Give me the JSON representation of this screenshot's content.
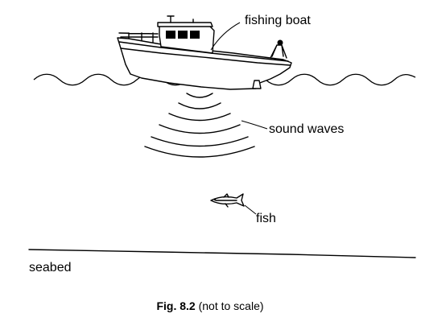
{
  "labels": {
    "boat": "fishing boat",
    "sound_waves": "sound waves",
    "fish": "fish",
    "seabed": "seabed"
  },
  "caption": {
    "figure_number": "Fig. 8.2",
    "note": " (not to scale)"
  },
  "colors": {
    "ink": "#000000",
    "background": "#ffffff"
  }
}
